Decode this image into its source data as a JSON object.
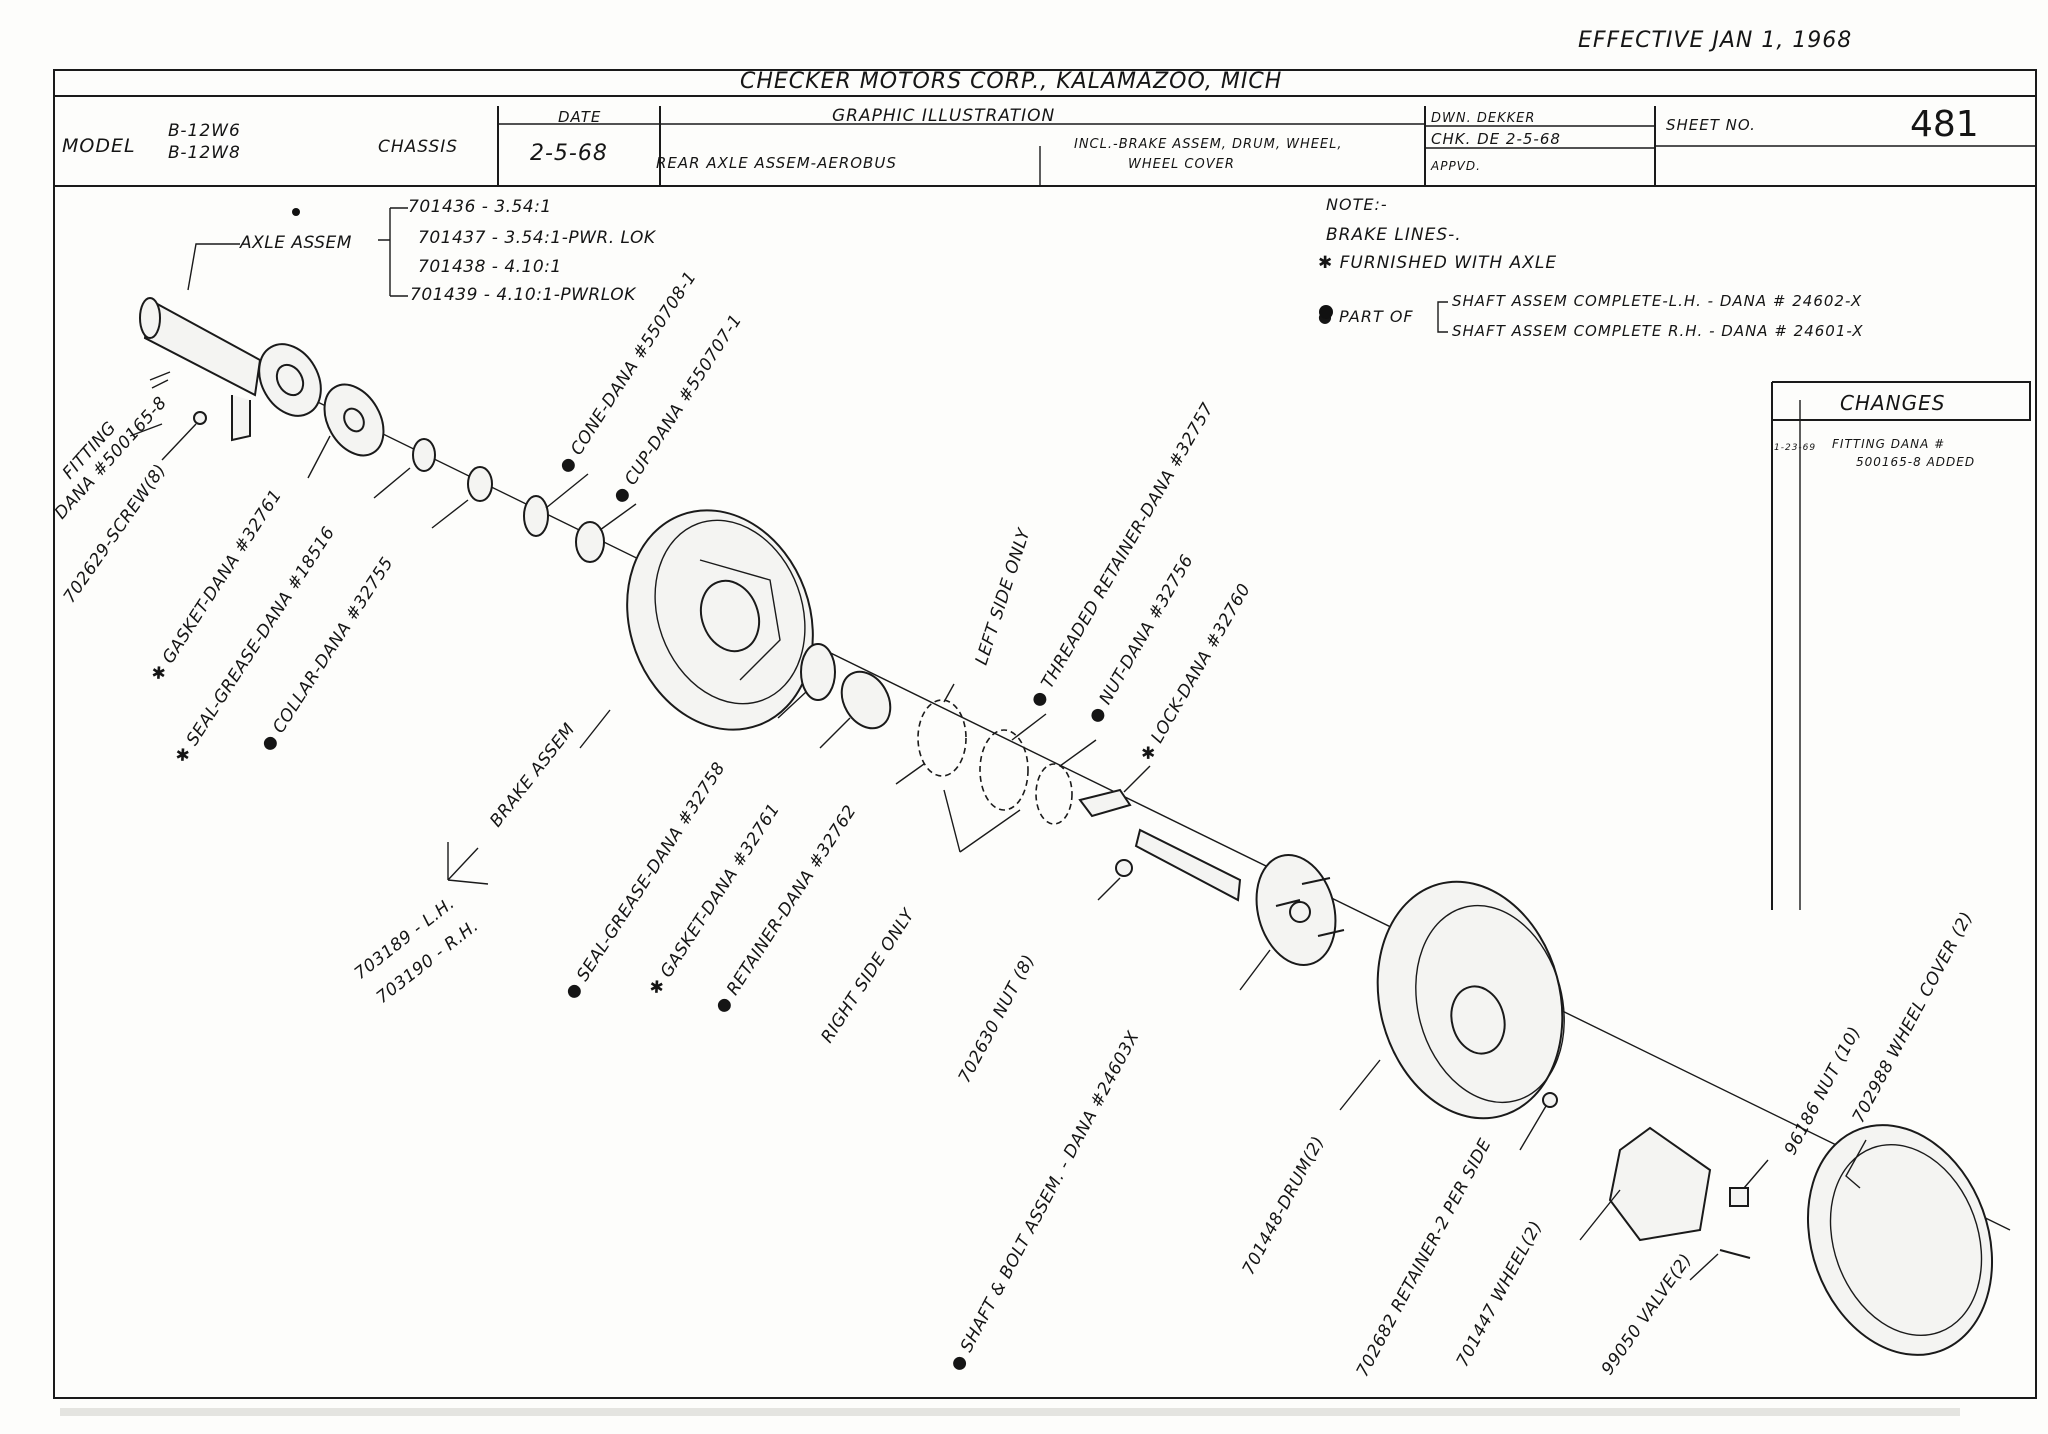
{
  "effective": "EFFECTIVE  JAN 1, 1968",
  "title_block": {
    "company": "CHECKER MOTORS CORP., KALAMAZOO, MICH",
    "model_label": "MODEL",
    "model_values": [
      "B-12W6",
      "B-12W8"
    ],
    "chassis_label": "CHASSIS",
    "date_label": "DATE",
    "date_value": "2-5-68",
    "graphic_label": "GRAPHIC ILLUSTRATION",
    "description": "REAR AXLE ASSEM-AEROBUS",
    "includes": [
      "INCL.-BRAKE ASSEM, DRUM, WHEEL,",
      "WHEEL COVER"
    ],
    "drawn": "DWN. DEKKER",
    "checked": "CHK. DE 2-5-68",
    "approved": "APPVD.",
    "sheet_label": "SHEET NO.",
    "sheet_no": "481"
  },
  "notes": {
    "title": "NOTE:-",
    "line1": "BRAKE LINES-.",
    "line2": "✱ FURNISHED WITH AXLE",
    "partof_label": "● PART OF",
    "partof_lines": [
      "SHAFT ASSEM COMPLETE-L.H. - DANA # 24602-X",
      "SHAFT ASSEM COMPLETE R.H. - DANA # 24601-X"
    ]
  },
  "changes": {
    "title": "CHANGES",
    "date": "1-23-69",
    "text": [
      "FITTING DANA #",
      "500165-8  ADDED"
    ]
  },
  "axle_assem": {
    "label": "AXLE ASSEM",
    "items": [
      "701436 - 3.54:1",
      "701437 - 3.54:1-PWR. LOK",
      "701438 - 4.10:1",
      "701439 - 4.10:1-PWRLOK"
    ]
  },
  "brake_assem": {
    "label": "BRAKE ASSEM",
    "items": [
      "703189 - L.H.",
      "703190 - R.H."
    ]
  },
  "callouts": {
    "fitting": "FITTING",
    "fitting_no": "DANA #500165-8",
    "screw": "702629-SCREW(8)",
    "gasket1": "✱ GASKET-DANA #32761",
    "seal1": "✱ SEAL-GREASE-DANA #18516",
    "collar": "● COLLAR-DANA #32755",
    "cone": "● CONE-DANA #550708-1",
    "cup": "● CUP-DANA #550707-1",
    "left_side": "LEFT SIDE ONLY",
    "threaded_retainer": "● THREADED RETAINER-DANA #32757",
    "nut_dana": "● NUT-DANA #32756",
    "lock_dana": "✱ LOCK-DANA #32760",
    "seal2": "● SEAL-GREASE-DANA #32758",
    "gasket2": "✱ GASKET-DANA #32761",
    "retainer": "● RETAINER-DANA #32762",
    "right_side": "RIGHT SIDE ONLY",
    "nut8": "702630 NUT (8)",
    "shaft_bolt": "● SHAFT & BOLT ASSEM. - DANA #24603X",
    "drum": "701448-DRUM(2)",
    "retainer2": "702682 RETAINER-2 PER SIDE",
    "wheel": "701447 WHEEL(2)",
    "valve": "99050 VALVE(2)",
    "nut10": "96186 NUT (10)",
    "wheel_cover": "702988 WHEEL COVER (2)"
  }
}
